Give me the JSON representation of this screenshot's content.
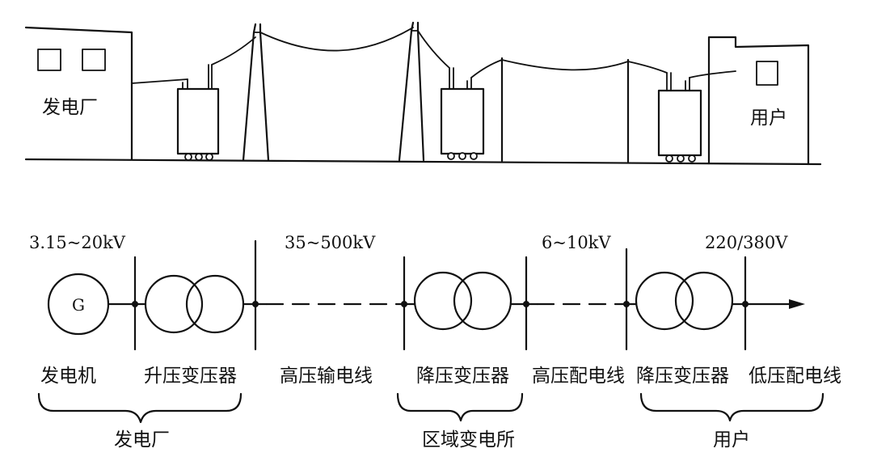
{
  "scene": {
    "plant_label": "发电厂",
    "user_label": "用户"
  },
  "schematic": {
    "voltages": [
      "3.15~20kV",
      "35~500kV",
      "6~10kV",
      "220/380V"
    ],
    "generator_symbol": "G",
    "components": [
      "发电机",
      "升压变压器",
      "高压输电线",
      "降压变压器",
      "高压配电线",
      "降压变压器",
      "低压配电线"
    ],
    "groups": [
      "发电厂",
      "区域变电所",
      "用户"
    ]
  }
}
